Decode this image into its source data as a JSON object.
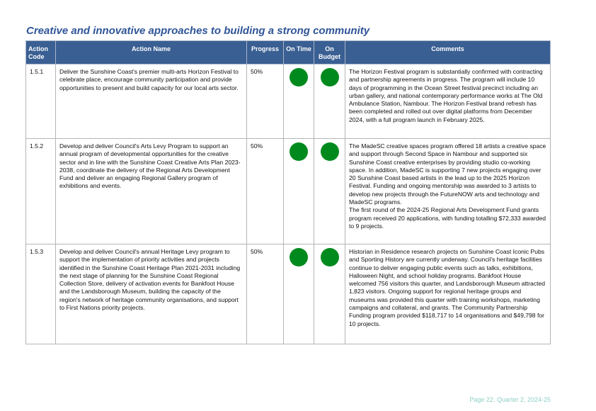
{
  "page": {
    "title": "Creative and innovative approaches to building a strong community",
    "footer": "Page 22. Quarter 2, 2024-25"
  },
  "colors": {
    "header_bg": "#3a5f93",
    "title": "#2f5597",
    "status_green": "#008a1e",
    "footer": "#8fd0c5"
  },
  "table": {
    "headers": {
      "code": "Action Code",
      "name": "Action Name",
      "progress": "Progress",
      "on_time": "On Time",
      "on_budget": "On Budget",
      "comments": "Comments"
    },
    "rows": [
      {
        "code": "1.5.1",
        "name": "Deliver the Sunshine Coast's premier multi-arts Horizon Festival to celebrate place, encourage community participation and provide opportunities to present and build capacity for our local arts sector.",
        "progress": "50%",
        "on_time": "green",
        "on_budget": "green",
        "comments": [
          "The Horizon Festival program is substantially confirmed with contracting and partnership agreements in progress. The program will include 10 days of programming in the Ocean Street festival precinct including an urban gallery, and national contemporary performance works at The Old Ambulance Station, Nambour.  The Horizon Festival brand refresh has been completed and rolled out over digital platforms from December 2024, with a full program launch in February 2025."
        ]
      },
      {
        "code": "1.5.2",
        "name": "Develop and deliver Council's Arts Levy Program to support an annual program of developmental opportunities for the creative sector and in line with the Sunshine Coast Creative Arts Plan 2023-2038, coordinate the delivery of the Regional Arts Development Fund and deliver an engaging Regional Gallery program of exhibitions and events.",
        "progress": "50%",
        "on_time": "green",
        "on_budget": "green",
        "comments": [
          "The MadeSC creative spaces program offered 18 artists a creative space and support through Second Space in Nambour and supported six Sunshine Coast creative enterprises by providing studio co-working space. In addition, MadeSC is supporting 7 new projects engaging over 20 Sunshine Coast based artists in the lead up to the 2025 Horizon Festival. Funding and ongoing mentorship was awarded to 3 artists to develop new projects through the FutureNOW arts and technology and MadeSC programs.",
          "The first round of the 2024-25 Regional Arts Development Fund grants program received 20 applications, with funding totalling $72,333 awarded to 9 projects."
        ]
      },
      {
        "code": "1.5.3",
        "name": "Develop and deliver Council's annual Heritage Levy program to support the implementation of priority activities and projects identified in the Sunshine Coast Heritage Plan 2021-2031 including the next stage of planning for the Sunshine Coast Regional Collection Store, delivery of activation events for Bankfoot House and the Landsborough Museum, building the capacity of the region's network of heritage community organisations, and support to First Nations priority projects.",
        "progress": "50%",
        "on_time": "green",
        "on_budget": "green",
        "comments": [
          "Historian in Residence research projects on Sunshine Coast Iconic Pubs and Sporting History are currently underway. Council's heritage facilities continue to deliver engaging public events such as talks, exhibitions, Halloween Night, and school holiday programs. Bankfoot House welcomed 756 visitors this quarter, and Landsborough Museum attracted 1,823 visitors. Ongoing support for regional heritage groups and museums was provided this quarter with training workshops, marketing campaigns and collateral, and grants. The Community Partnership Funding program provided $118,717 to 14 organisations and $49,798 for 10 projects."
        ]
      }
    ]
  }
}
